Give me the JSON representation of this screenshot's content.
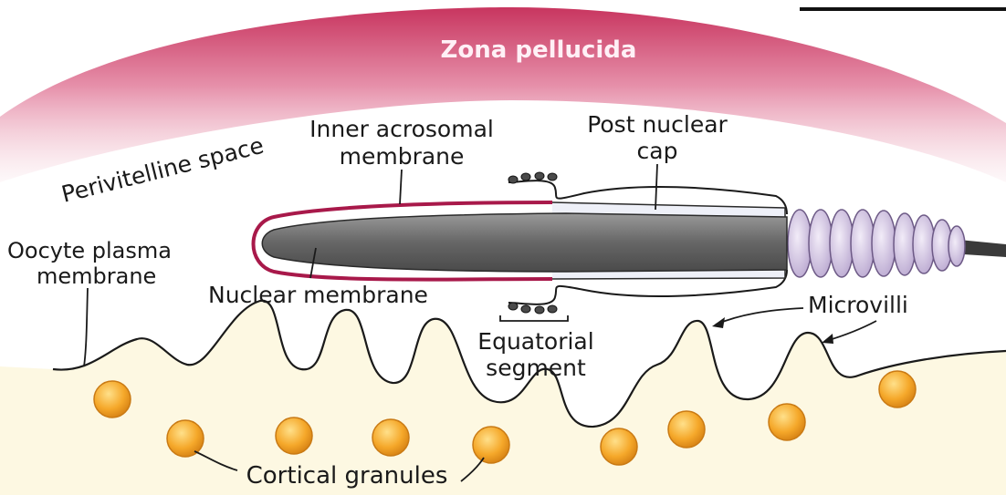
{
  "labels": {
    "zona": "Zona pellucida",
    "perivitelline": "Perivitelline space",
    "inner_acro_1": "Inner acrosomal",
    "inner_acro_2": "membrane",
    "post_nuclear_1": "Post nuclear",
    "post_nuclear_2": "cap",
    "oocyte_1": "Oocyte plasma",
    "oocyte_2": "membrane",
    "nuclear": "Nuclear membrane",
    "microvilli": "Microvilli",
    "equatorial_1": "Equatorial",
    "equatorial_2": "segment",
    "cortical": "Cortical granules"
  },
  "colors": {
    "zona_top": "#c8355f",
    "zona_bottom": "#f7dde4",
    "cytoplasm": "#fdf8e2",
    "sperm_head": "#6e6e6e",
    "acrosome": "#a8194a",
    "midpiece": "#d9cdea",
    "granule": "#f2a12a"
  }
}
